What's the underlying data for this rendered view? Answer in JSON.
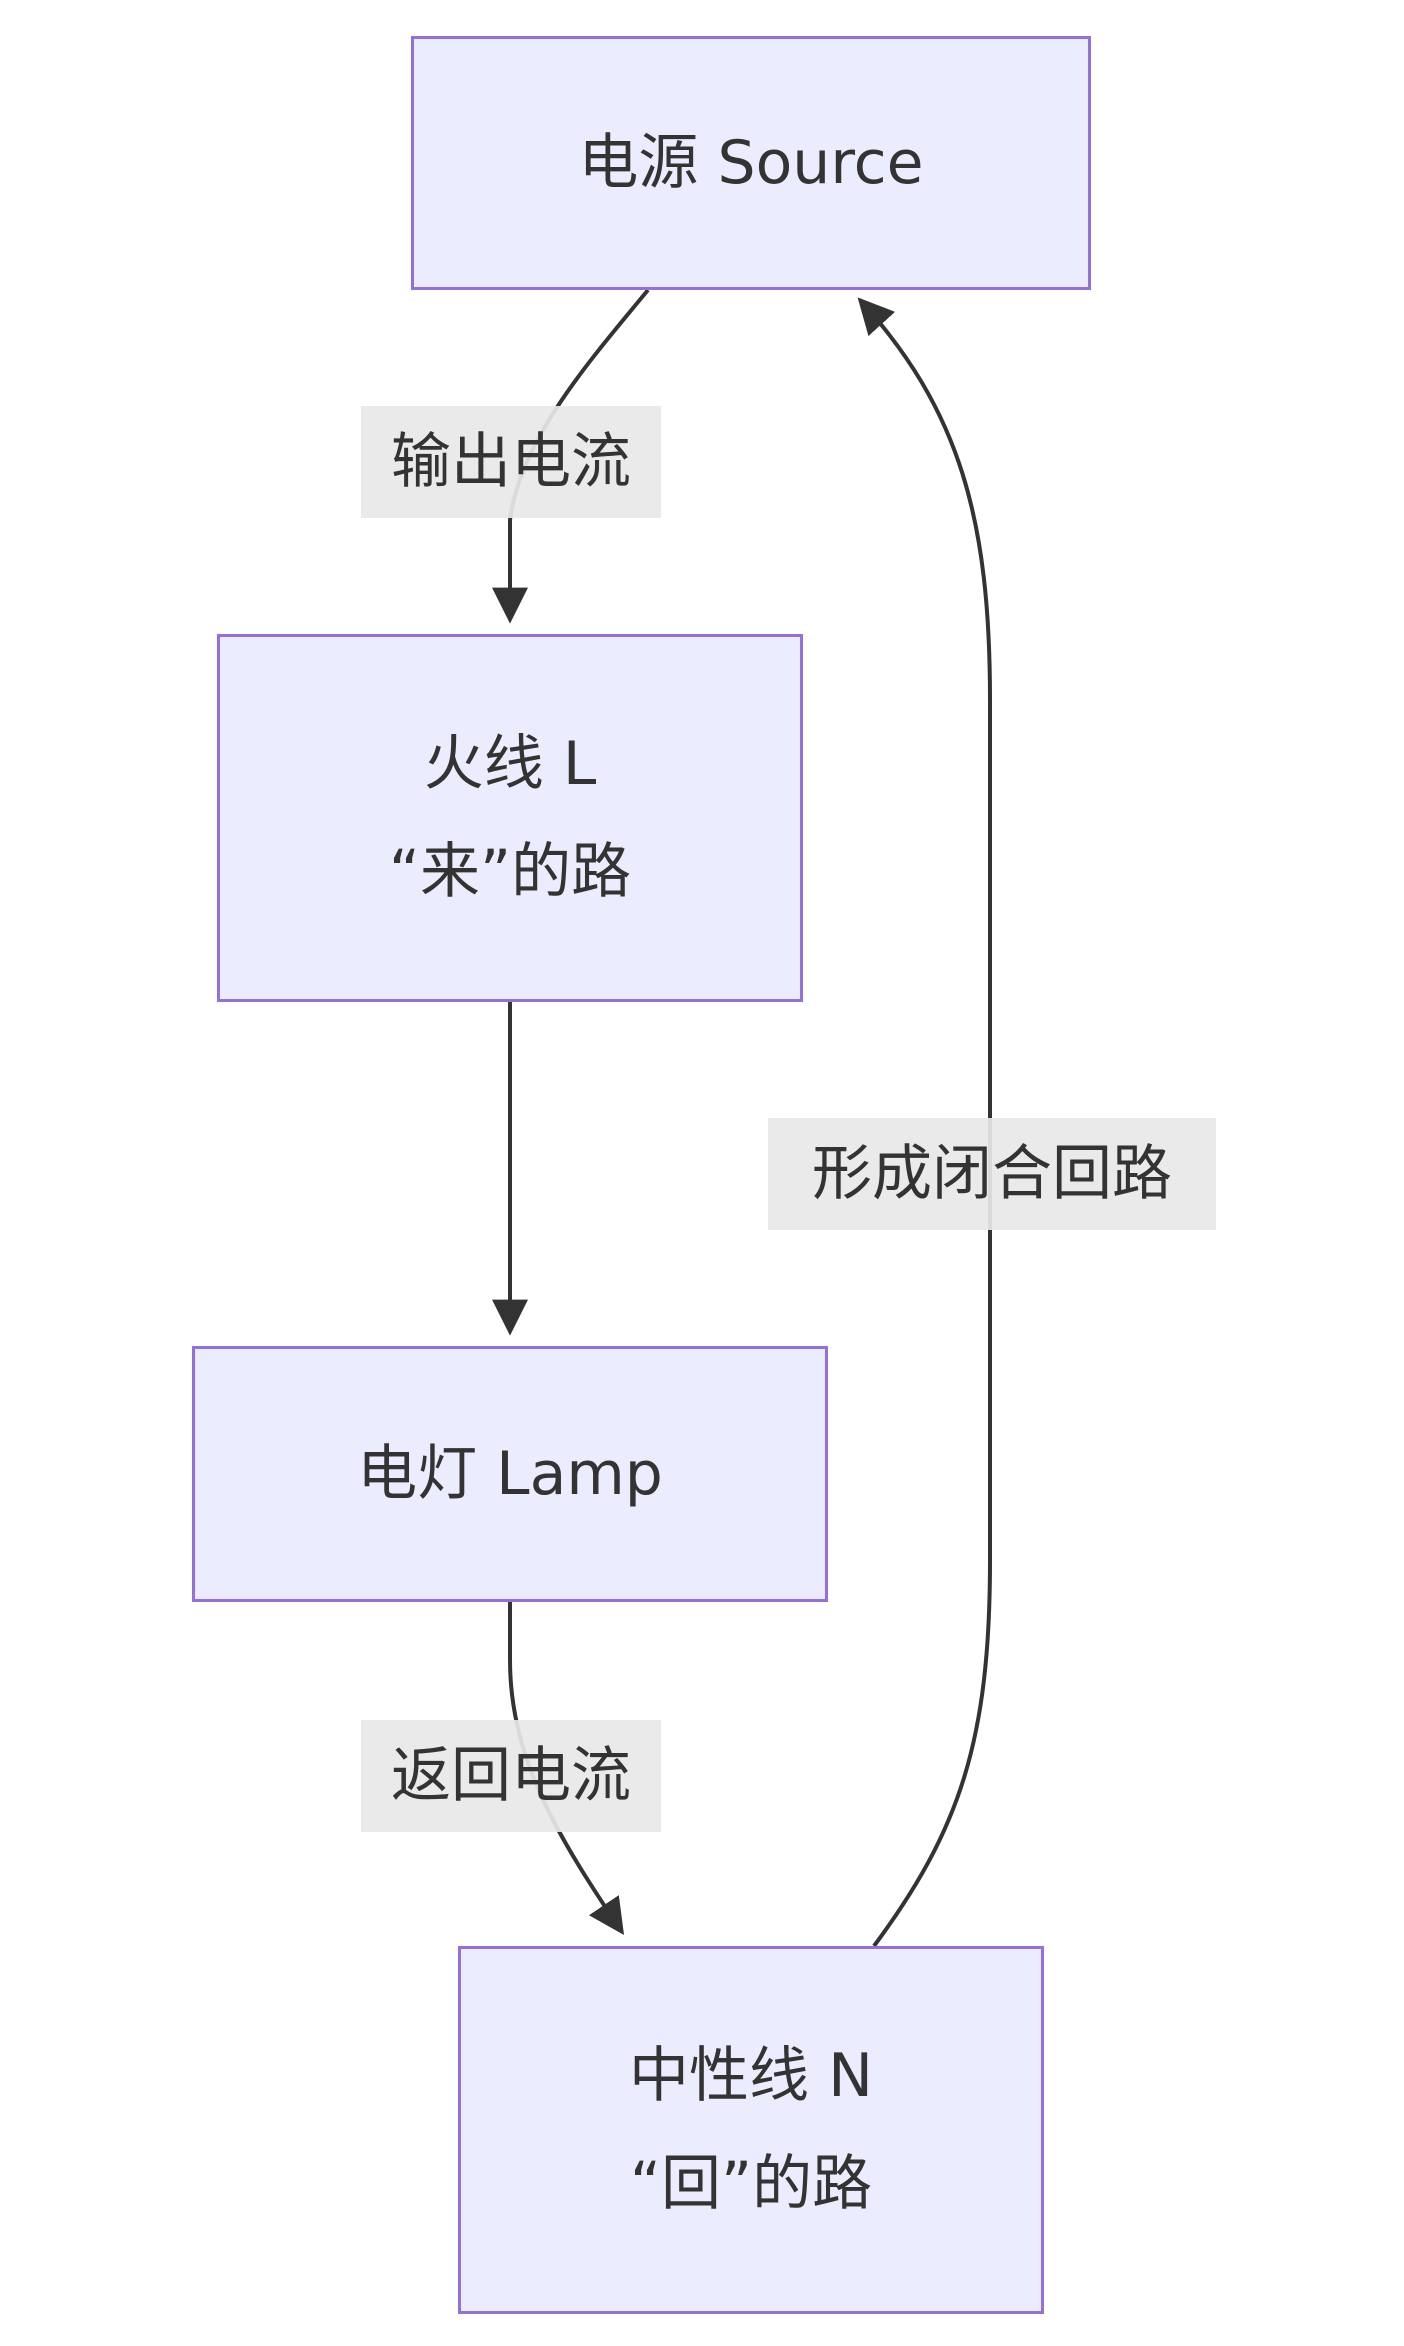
{
  "nodes": {
    "source": {
      "label": "电源 Source"
    },
    "live": {
      "line1": "火线 L",
      "line2": "“来”的路"
    },
    "lamp": {
      "label": "电灯 Lamp"
    },
    "neutral": {
      "line1": "中性线 N",
      "line2": "“回”的路"
    }
  },
  "edges": {
    "source_to_live": {
      "label": "输出电流"
    },
    "lamp_to_neutral": {
      "label": "返回电流"
    },
    "neutral_to_source": {
      "label": "形成闭合回路"
    }
  },
  "colors": {
    "node_fill": "#ececff",
    "node_border": "#9370db",
    "edge": "#333333",
    "label_bg": "#e8e8e8",
    "text": "#333333"
  }
}
